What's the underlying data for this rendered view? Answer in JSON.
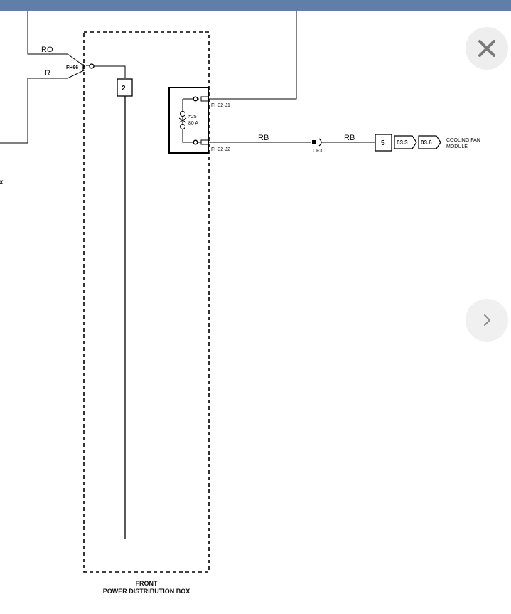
{
  "viewer": {
    "close_icon": "close-icon",
    "next_icon": "chevron-right-icon",
    "topbar_color": "#5f7ea8",
    "button_bg": "#eeeeee",
    "icon_color": "#7a7a7a"
  },
  "wiring": {
    "wire_ro": "RO",
    "wire_r": "R",
    "wire_rb_1": "RB",
    "wire_rb_2": "RB",
    "splice": "FH66",
    "pin_2": "2",
    "fuse_number": "#25",
    "fuse_rating": "80 A",
    "terminal_j1": "FH32-J1",
    "terminal_j2": "FH32-J2",
    "connector": "CF3",
    "pin_5": "5",
    "ref_1": "03.3",
    "ref_2": "03.6",
    "component_line1": "COOLING FAN",
    "component_line2": "MODULE",
    "box_line1": "FRONT",
    "box_line2": "POWER DISTRIBUTION BOX",
    "clipped_label": "x"
  }
}
